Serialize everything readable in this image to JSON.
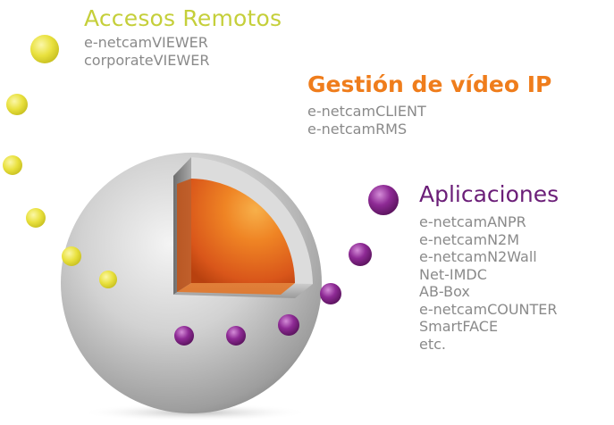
{
  "colors": {
    "accesos": "#c5cf3a",
    "gestion": "#ef7d1c",
    "aplicaciones": "#6b1e78",
    "items": "#8a8a8a",
    "yellow_dot": "#e6df3a",
    "purple_dot": "#8a2a91",
    "core": "#e2641a",
    "shell": "#bdbdbd"
  },
  "groups": [
    {
      "title": "Accesos Remotos",
      "items": [
        "e-netcamVIEWER",
        "corporateVIEWER"
      ]
    },
    {
      "title": "Gestión de vídeo IP",
      "items": [
        "e-netcamCLIENT",
        "e-netcamRMS"
      ]
    },
    {
      "title": "Aplicaciones",
      "items": [
        "e-netcamANPR",
        "e-netcamN2M",
        "e-netcamN2Wall",
        "Net-IMDC",
        "AB-Box",
        "e-netcamCOUNTER",
        "SmartFACE",
        "etc."
      ]
    }
  ],
  "icons": {
    "sphere": "cutaway-sphere-illustration",
    "dots": "decorative-dot-icons"
  }
}
